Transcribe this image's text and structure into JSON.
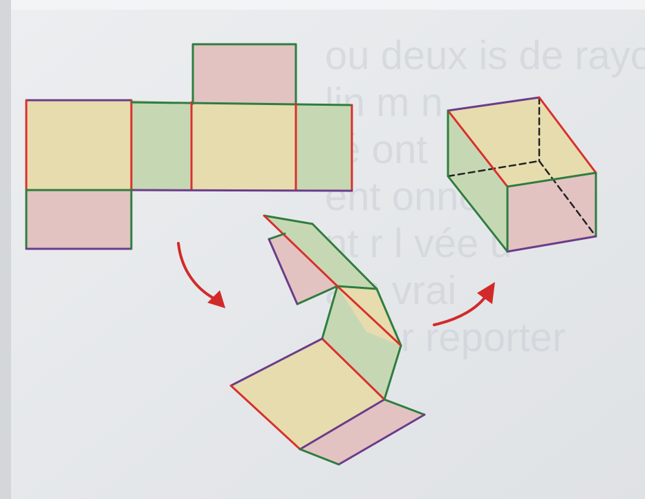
{
  "palette": {
    "paper": "#e4e6e8",
    "face_yellow": "#e7dcae",
    "face_green": "#c6d8b3",
    "face_pink": "#e2c3c2",
    "edge_red": "#d9302c",
    "edge_green": "#2e7d3f",
    "edge_purple": "#6b3c8a",
    "edge_hidden": "#222222",
    "arrow_red": "#d22a2a"
  },
  "background_text_lines": [
    "ou         deux        is de rayo",
    "            lin        m     n",
    "            ré              ont",
    "            ent          onne",
    "            nt         r l vée u",
    "            a             n vrai",
    "            ch       ur reporter"
  ],
  "figures": [
    {
      "id": "flat-net",
      "description_name": "flat cube net"
    },
    {
      "id": "folding-net",
      "description_name": "partially folded net"
    },
    {
      "id": "open-box",
      "description_name": "assembled open box"
    }
  ],
  "arrows": [
    {
      "id": "net-to-folding",
      "color": "#d22a2a"
    },
    {
      "id": "folding-to-box",
      "color": "#d22a2a"
    }
  ]
}
